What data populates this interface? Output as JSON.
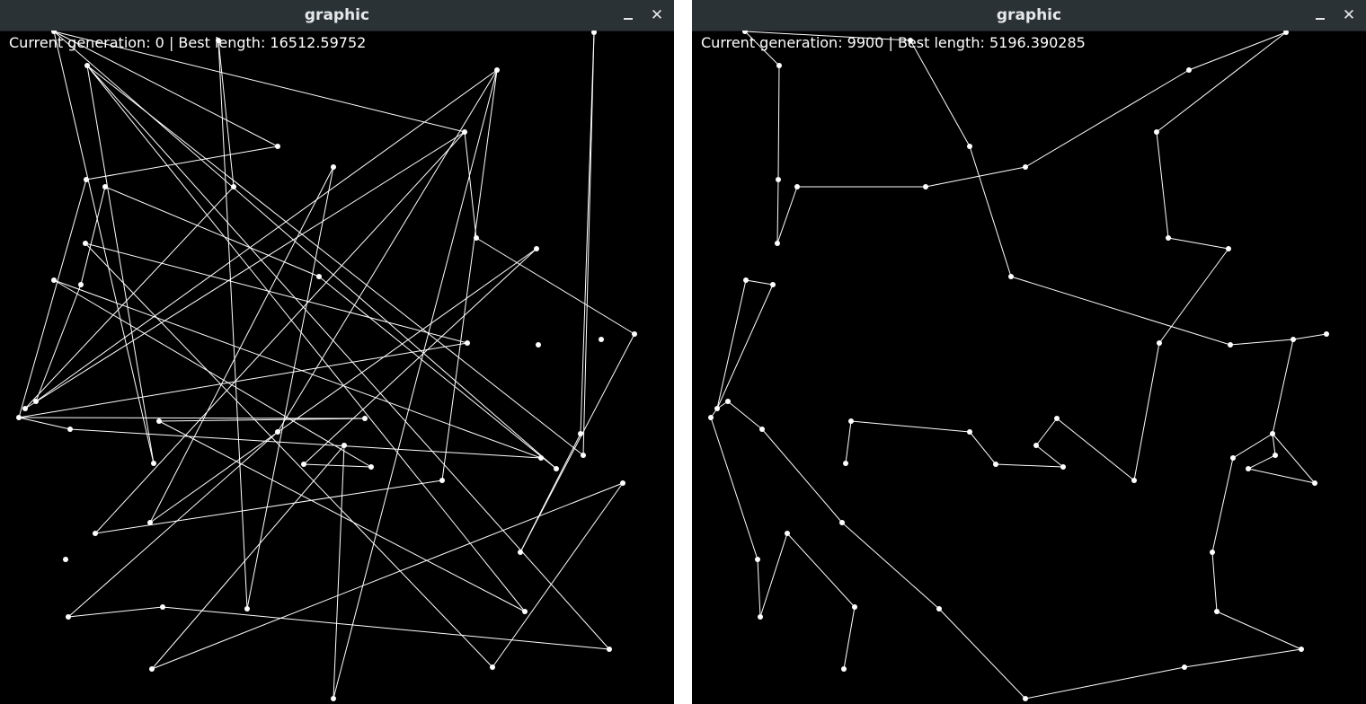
{
  "windows": [
    {
      "id": "left",
      "title": "graphic",
      "status": {
        "label_gen": "Current generation: ",
        "generation": "0",
        "sep": " | ",
        "label_best": "Best length: ",
        "best_length": "16512.59752"
      },
      "controls": {
        "minimize": "–",
        "close": "✕"
      },
      "tour_node_count": 50,
      "line_color": "#ffffff",
      "point_color": "#ffffff",
      "background": "#000000"
    },
    {
      "id": "right",
      "title": "graphic",
      "status": {
        "label_gen": "Current generation: ",
        "generation": "9900",
        "sep": " | ",
        "label_best": "Best length: ",
        "best_length": "5196.390285"
      },
      "controls": {
        "minimize": "–",
        "close": "✕"
      },
      "tour_node_count": 50,
      "line_color": "#ffffff",
      "point_color": "#ffffff",
      "background": "#000000"
    }
  ]
}
